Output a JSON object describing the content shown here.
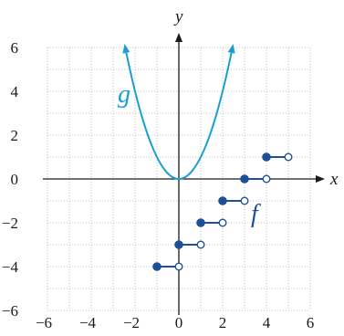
{
  "chart_data": {
    "type": "line",
    "xlabel": "x",
    "ylabel": "y",
    "xlim": [
      -6,
      6
    ],
    "ylim": [
      -6,
      6
    ],
    "x_ticks": [
      -6,
      -4,
      -2,
      0,
      2,
      4,
      6
    ],
    "y_ticks": [
      -6,
      -4,
      -2,
      0,
      2,
      4,
      6
    ],
    "x_tick_labels": [
      "−6",
      "−4",
      "−2",
      "0",
      "2",
      "4",
      "6"
    ],
    "y_tick_labels": [
      "−6",
      "−4",
      "−2",
      "0",
      "2",
      "4",
      "6"
    ],
    "grid": true,
    "grid_step": 1,
    "series": [
      {
        "name": "g",
        "kind": "parabola",
        "x_range": [
          -2.45,
          2.45
        ],
        "points": [
          [
            -2.45,
            6
          ],
          [
            -2,
            4
          ],
          [
            -1,
            1
          ],
          [
            0,
            0
          ],
          [
            1,
            1
          ],
          [
            2,
            4
          ],
          [
            2.45,
            6
          ]
        ],
        "color": "#1a9fd0",
        "arrows": true
      },
      {
        "name": "f",
        "kind": "step",
        "color": "#1f4e9a",
        "steps": [
          {
            "x_start": -1,
            "x_end": 0,
            "y": -4
          },
          {
            "x_start": 0,
            "x_end": 1,
            "y": -3
          },
          {
            "x_start": 1,
            "x_end": 2,
            "y": -2
          },
          {
            "x_start": 2,
            "x_end": 3,
            "y": -1
          },
          {
            "x_start": 3,
            "x_end": 4,
            "y": 0
          },
          {
            "x_start": 4,
            "x_end": 5,
            "y": 1
          }
        ]
      }
    ],
    "colors": {
      "axis": "#1a1a1a",
      "grid": "#b8b8b8",
      "g": "#1a9fd0",
      "f": "#1f4e9a",
      "g_label": "#1a9fd0",
      "f_label": "#1f4e9a"
    }
  }
}
